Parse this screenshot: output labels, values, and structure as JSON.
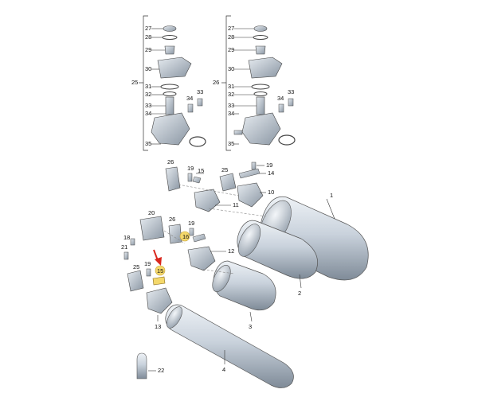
{
  "callouts": {
    "c27a": "27",
    "c28a": "28",
    "c29a": "29",
    "c30a": "30",
    "c25a": "25",
    "c31a": "31",
    "c32a": "32",
    "c33a": "33",
    "c34a": "34",
    "c35a": "35",
    "c34a2": "34",
    "c33a2": "33",
    "c27b": "27",
    "c28b": "28",
    "c29b": "29",
    "c30b": "30",
    "c26b": "26",
    "c31b": "31",
    "c32b": "32",
    "c33b": "33",
    "c34b": "34",
    "c35b": "35",
    "c34b2": "34",
    "c33b2": "33",
    "n26top": "26",
    "n19top": "19",
    "n15top": "15",
    "n25mid": "25",
    "n19r": "19",
    "n14r": "14",
    "n10": "10",
    "n11": "11",
    "n1": "1",
    "n20": "20",
    "n19m": "19",
    "n26m": "26",
    "n16": "16",
    "n12": "12",
    "n18": "18",
    "n21": "21",
    "n2": "2",
    "n25low": "25",
    "n19low": "19",
    "n15low": "15",
    "n13": "13",
    "n3": "3",
    "n4": "4",
    "n22": "22"
  },
  "colors": {
    "tank": "#c9d2dc",
    "tank_dark": "#8e9aa7",
    "part": "#b9c2cc",
    "highlight": "#f4d86b",
    "arrow": "#d9261c"
  },
  "icons": {
    "arrow": "red-pointer-arrow"
  }
}
